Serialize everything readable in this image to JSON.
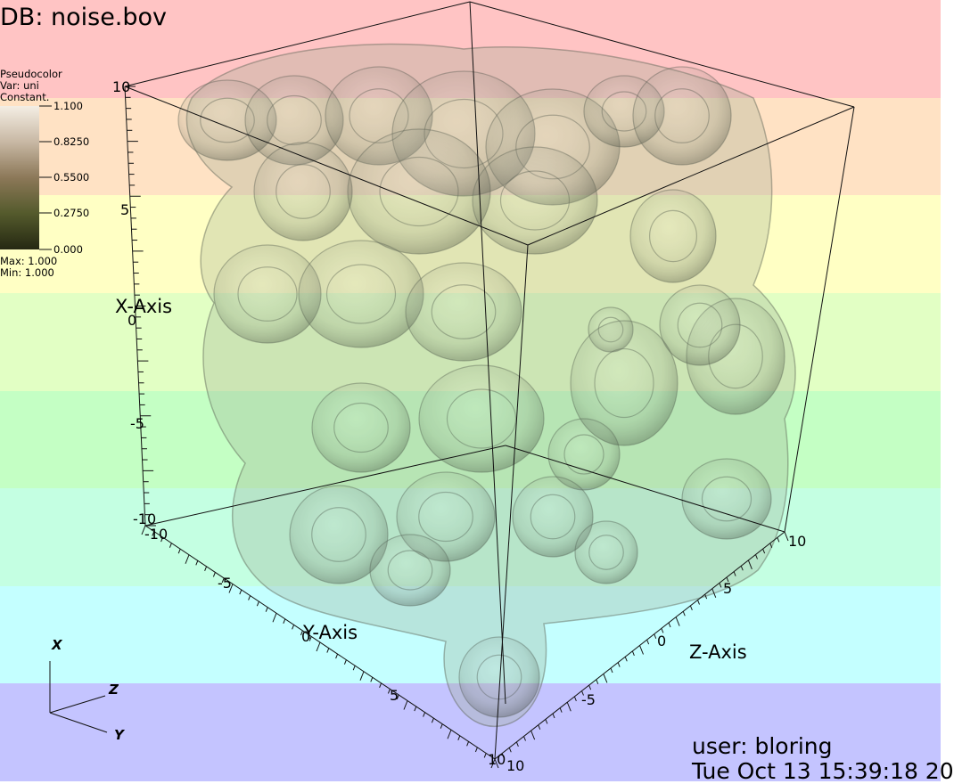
{
  "background_bands": [
    "#ffc4c4",
    "#ffe2c4",
    "#ffffc4",
    "#e2ffc4",
    "#c4ffc4",
    "#c4ffe2",
    "#c4ffff",
    "#c4c4ff"
  ],
  "title": "DB: noise.bov",
  "legend": {
    "plot_type": "Pseudocolor",
    "var": "Var: uni",
    "constant": "Constant.",
    "ticks": [
      "1.100",
      "0.8250",
      "0.5500",
      "0.2750",
      "0.000"
    ],
    "max": "Max:  1.000",
    "min": "Min:  1.000",
    "gradient_colors": [
      "#f4eee4",
      "#c8b8a4",
      "#8c7858",
      "#545a2c",
      "#252812"
    ]
  },
  "axes": {
    "x_title": "X-Axis",
    "y_title": "Y-Axis",
    "z_title": "Z-Axis",
    "x_ticks": [
      "10",
      "5",
      "0",
      "-5",
      "-10"
    ],
    "y_ticks": [
      "-10",
      "-5",
      "0",
      "5",
      "10"
    ],
    "z_ticks": [
      "10",
      "5",
      "0",
      "-5",
      "10"
    ]
  },
  "triad": {
    "x": "X",
    "y": "Y",
    "z": "Z"
  },
  "user_line": "user: bloring",
  "date_line": "Tue Oct 13 15:39:18 20",
  "surface_tint": "#9aa890"
}
